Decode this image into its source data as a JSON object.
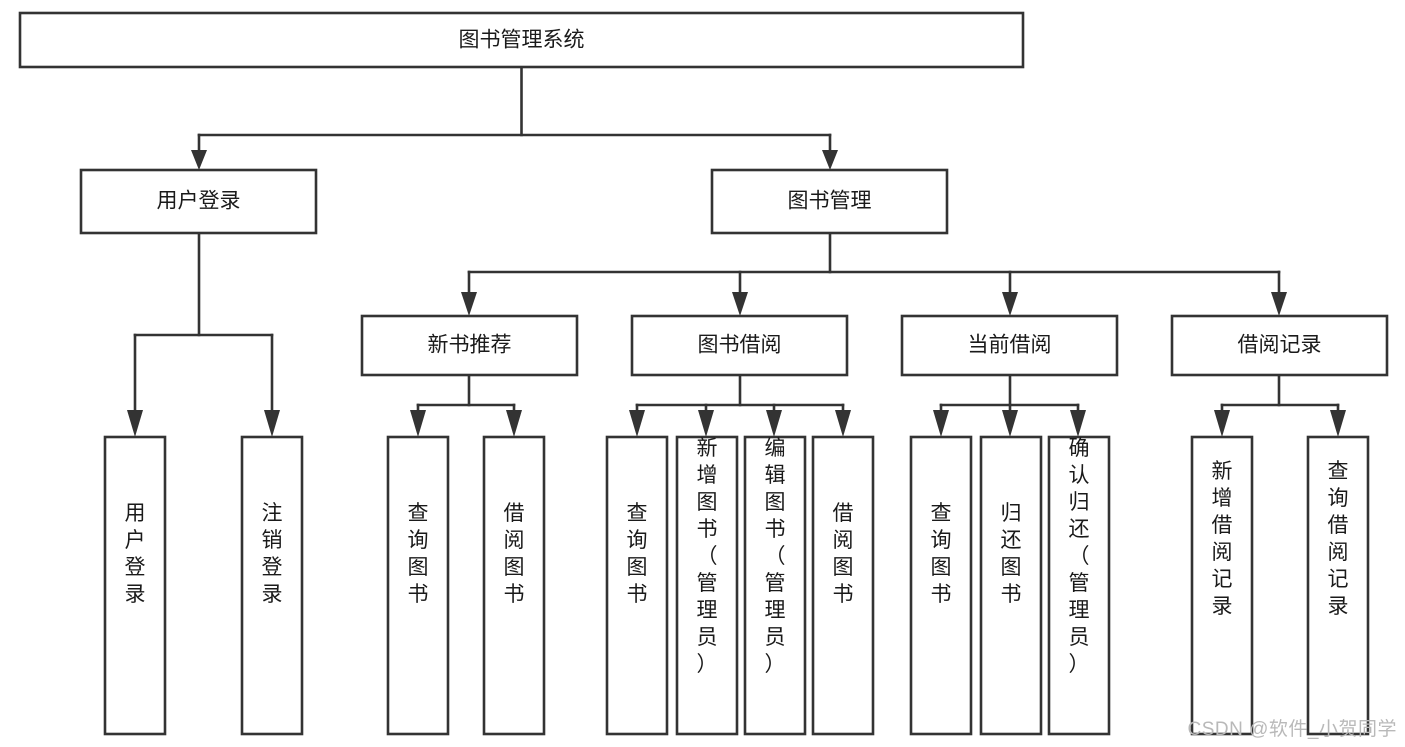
{
  "diagram": {
    "type": "tree-hierarchy-diagram",
    "title": "图书管理系统",
    "orientation": "top-down",
    "colors": {
      "box_stroke": "#333333",
      "box_fill": "#ffffff",
      "text": "#1a1a1a",
      "background": "#ffffff",
      "watermark": "#b9b9b9"
    },
    "levels": [
      {
        "level": 1,
        "nodes": [
          {
            "id": "root",
            "label": "图书管理系统",
            "orientation": "horizontal"
          }
        ]
      },
      {
        "level": 2,
        "nodes": [
          {
            "id": "login",
            "label": "用户登录",
            "orientation": "horizontal",
            "parent": "root"
          },
          {
            "id": "bookmgmt",
            "label": "图书管理",
            "orientation": "horizontal",
            "parent": "root"
          }
        ]
      },
      {
        "level": 3,
        "nodes": [
          {
            "id": "newbook",
            "label": "新书推荐",
            "orientation": "horizontal",
            "parent": "bookmgmt"
          },
          {
            "id": "borrow",
            "label": "图书借阅",
            "orientation": "horizontal",
            "parent": "bookmgmt"
          },
          {
            "id": "current",
            "label": "当前借阅",
            "orientation": "horizontal",
            "parent": "bookmgmt"
          },
          {
            "id": "records",
            "label": "借阅记录",
            "orientation": "horizontal",
            "parent": "bookmgmt"
          }
        ]
      },
      {
        "level": 4,
        "nodes": [
          {
            "id": "leaf1",
            "label": "用户登录",
            "orientation": "vertical",
            "parent": "login"
          },
          {
            "id": "leaf2",
            "label": "注销登录",
            "orientation": "vertical",
            "parent": "login"
          },
          {
            "id": "leaf3",
            "label": "查询图书",
            "orientation": "vertical",
            "parent": "newbook"
          },
          {
            "id": "leaf4",
            "label": "借阅图书",
            "orientation": "vertical",
            "parent": "newbook"
          },
          {
            "id": "leaf5",
            "label": "查询图书",
            "orientation": "vertical",
            "parent": "borrow"
          },
          {
            "id": "leaf6",
            "label": "新增图书（管理员）",
            "orientation": "vertical",
            "parent": "borrow"
          },
          {
            "id": "leaf7",
            "label": "编辑图书（管理员）",
            "orientation": "vertical",
            "parent": "borrow"
          },
          {
            "id": "leaf8",
            "label": "借阅图书",
            "orientation": "vertical",
            "parent": "borrow"
          },
          {
            "id": "leaf9",
            "label": "查询图书",
            "orientation": "vertical",
            "parent": "current"
          },
          {
            "id": "leaf10",
            "label": "归还图书",
            "orientation": "vertical",
            "parent": "current"
          },
          {
            "id": "leaf11",
            "label": "确认归还（管理员）",
            "orientation": "vertical",
            "parent": "current"
          },
          {
            "id": "leaf12",
            "label": "新增借阅记录",
            "orientation": "vertical",
            "parent": "records"
          },
          {
            "id": "leaf13",
            "label": "查询借阅记录",
            "orientation": "vertical",
            "parent": "records"
          }
        ]
      }
    ]
  },
  "watermark": {
    "text": "CSDN @软件_小贺同学"
  }
}
